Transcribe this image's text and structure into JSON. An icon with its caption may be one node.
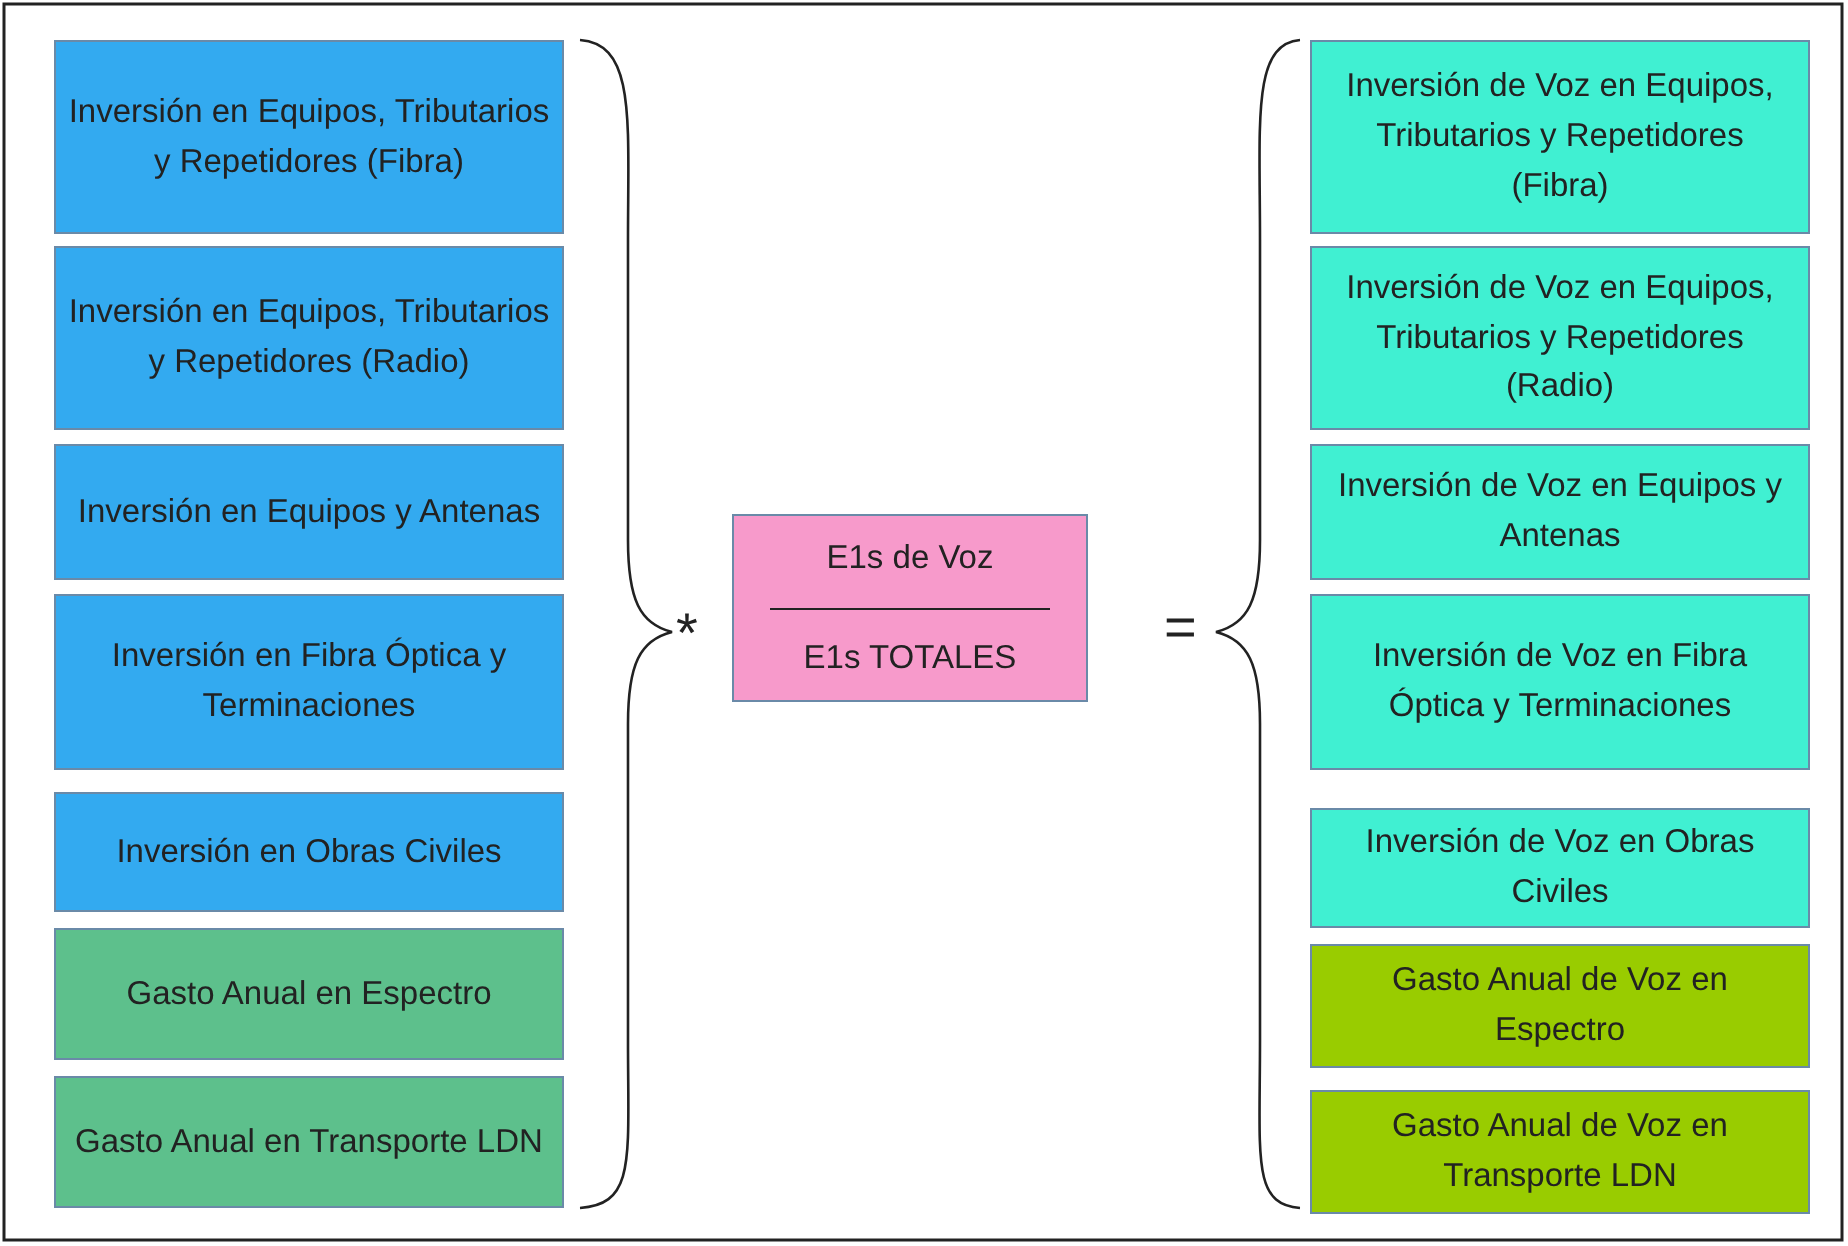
{
  "diagram": {
    "nodes": [
      {
        "text": [
          "Inversión en Equipos, Tributarios y Repetidores (Fibra)"
        ]
      },
      {
        "text": [
          "Inversión en Equipos, Tributarios y Repetidores (Radio)"
        ]
      },
      {
        "text": [
          "Inversión en Equipos y Antenas"
        ]
      },
      {
        "text": [
          "Inversión en Fibra Óptica y Terminaciones"
        ]
      },
      {
        "text": [
          "Inversión en Obras Civiles"
        ]
      },
      {
        "text": [
          "Gasto Anual en Espectro"
        ]
      },
      {
        "text": [
          "Gasto Anual en Transporte LDN"
        ]
      },
      {
        "text": [
          "E1s de Voz",
          "E1s TOTALES"
        ]
      },
      {
        "text": [
          "Inversión de Voz en Equipos, Tributarios y Repetidores (Fibra)"
        ]
      },
      {
        "text": [
          "Inversión de Voz en Equipos, Tributarios y Repetidores (Radio)"
        ]
      },
      {
        "text": [
          "Inversión de Voz en Equipos y Antenas"
        ]
      },
      {
        "text": [
          "Inversión de Voz en Fibra Óptica y Terminaciones"
        ]
      },
      {
        "text": [
          "Inversión de Voz en Obras Civiles"
        ]
      },
      {
        "text": [
          "Gasto Anual de Voz en Espectro"
        ]
      },
      {
        "text": [
          "Gasto Anual de Voz en Transporte LDN"
        ]
      }
    ],
    "labels": [
      "*",
      "="
    ]
  }
}
